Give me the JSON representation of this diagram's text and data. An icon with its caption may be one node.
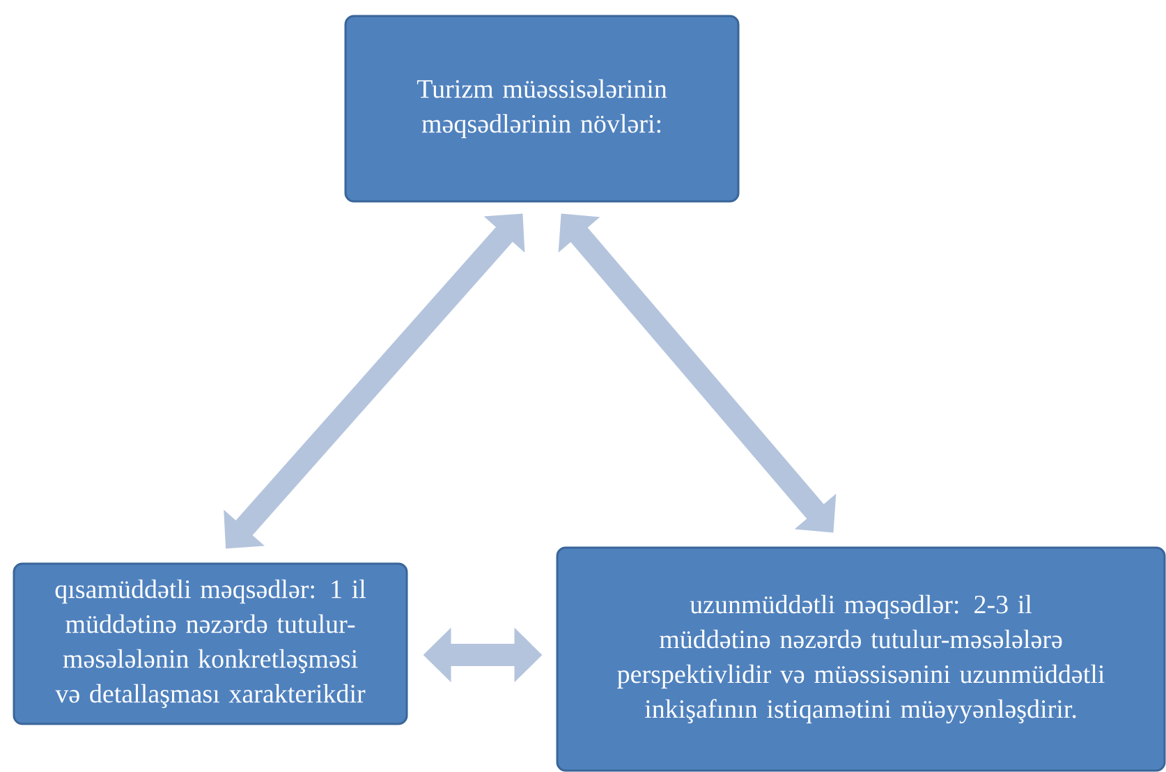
{
  "diagram": {
    "nodes": [
      {
        "text": [
          "Turizm müəssisələrinin məqsədlərinin növləri:"
        ]
      },
      {
        "text": [
          "qısamüddətli məqsədlər: 1 il müddətinə nəzərdə tutulur-məsələlənin konkretləşməsi və detallaşması xarakterikdir"
        ]
      },
      {
        "text": [
          "uzunmüddətli məqsədlər: 2-3 il müddətinə nəzərdə tutulur-məsələlərə perspektivlidir və müəssisənini uzunmüddətli inkişafının istiqamətini müəyyənləşdirir."
        ]
      }
    ],
    "edges": [
      {
        "from": 0,
        "to": 1,
        "arrow": "both"
      },
      {
        "from": 0,
        "to": 2,
        "arrow": "both"
      },
      {
        "from": 1,
        "to": 2,
        "arrow": "both"
      }
    ]
  }
}
